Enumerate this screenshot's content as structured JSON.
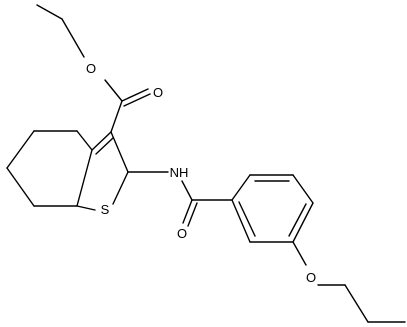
{
  "molecule": {
    "atom_labels": {
      "ester_ether_oxygen": "O",
      "ester_carbonyl_oxygen": "O",
      "amide_nitrogen": "NH",
      "thiophene_sulfur": "S",
      "amide_carbonyl_oxygen": "O",
      "propoxy_oxygen": "O"
    },
    "colors": {
      "bond": "#000000",
      "label": "#000000",
      "background": "#ffffff"
    }
  }
}
